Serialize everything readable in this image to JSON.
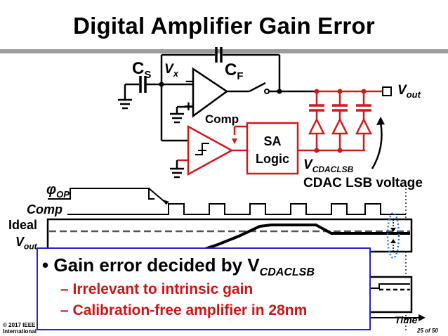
{
  "slide": {
    "title": "Digital Amplifier Gain Error",
    "page": "25 of 50",
    "copyright_line1": "© 2017 IEEE",
    "copyright_line2": "International"
  },
  "circuit": {
    "cs_main": "C",
    "cs_sub": "S",
    "vx_main": "V",
    "vx_sub": "x",
    "cf_main": "C",
    "cf_sub": "F",
    "minus": "–",
    "plus": "+",
    "comp": "Comp",
    "sa_line1": "SA",
    "sa_line2": "Logic",
    "vout_main": "V",
    "vout_sub": "out",
    "vcdac_main": "V",
    "vcdac_sub": "CDACLSB",
    "cdac_caption": "CDAC LSB voltage"
  },
  "timing": {
    "phi": "φ",
    "phi_sub": "OP",
    "comp": "Comp",
    "ideal": "Ideal",
    "vout_main": "V",
    "vout_sub": "out",
    "time": "Time"
  },
  "callout": {
    "bullet": "•",
    "point_main": "Gain error decided by V",
    "point_sub": "CDACLSB",
    "dash": "–",
    "sub1": "Irrelevant to intrinsic gain",
    "sub2": "Calibration-free amplifier in 28nm"
  },
  "colors": {
    "red": "#d01a1a",
    "blue": "#2424c8",
    "rule": "#9c9c9c"
  }
}
